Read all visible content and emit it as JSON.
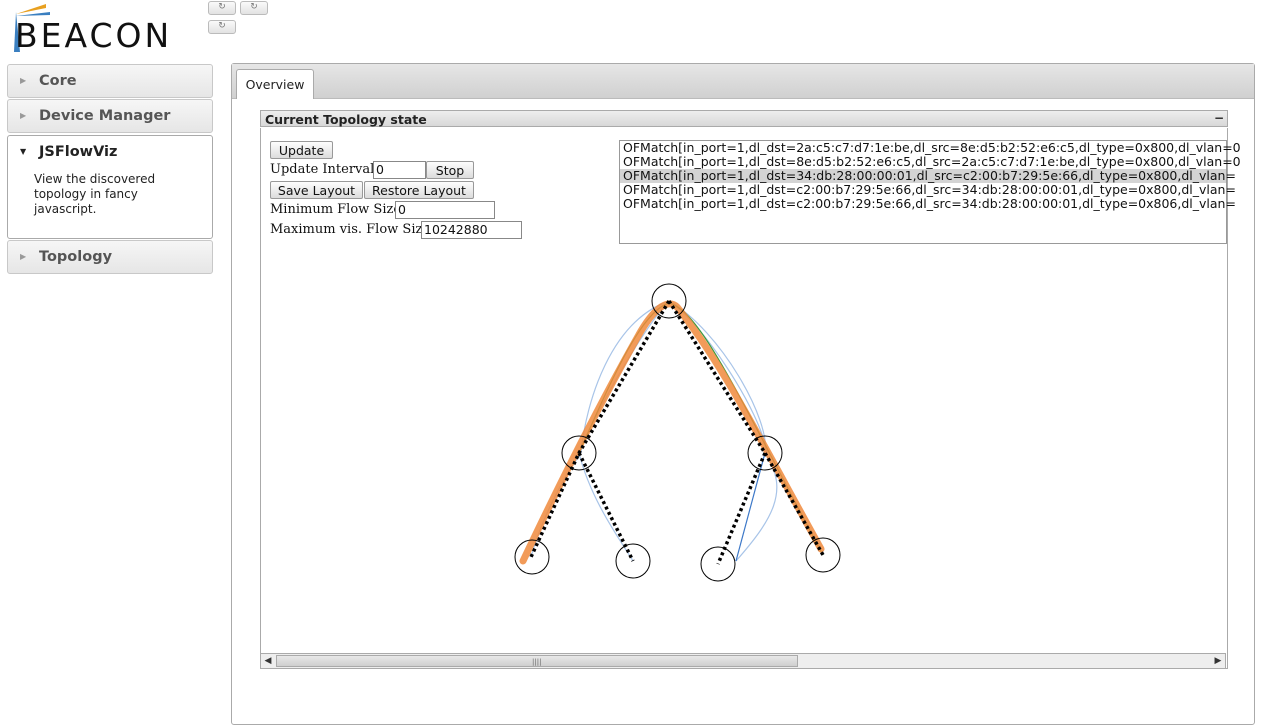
{
  "header": {
    "logo_text": "BEACON",
    "buttons": [
      "↻",
      "↻",
      "↻"
    ]
  },
  "sidebar": {
    "sections": [
      {
        "label": "Core",
        "open": false
      },
      {
        "label": "Device Manager",
        "open": false
      },
      {
        "label": "JSFlowViz",
        "open": true,
        "body": "View the discovered topology in fancy javascript."
      },
      {
        "label": "Topology",
        "open": false
      }
    ]
  },
  "main": {
    "tabs": [
      {
        "label": "Overview"
      }
    ],
    "panel_title": "Current Topology state",
    "collapse_glyph": "−",
    "controls": {
      "update_label": "Update",
      "update_interval_label": "Update Interval:",
      "update_interval_value": "0",
      "stop_label": "Stop",
      "save_layout_label": "Save Layout",
      "restore_layout_label": "Restore Layout",
      "min_flow_label": "Minimum Flow Size:",
      "min_flow_value": "0",
      "max_flow_label": "Maximum vis. Flow Size:",
      "max_flow_value": "10242880"
    },
    "flows": [
      {
        "text": "OFMatch[in_port=1,dl_dst=2a:c5:c7:d7:1e:be,dl_src=8e:d5:b2:52:e6:c5,dl_type=0x800,dl_vlan=0",
        "selected": false
      },
      {
        "text": "OFMatch[in_port=1,dl_dst=8e:d5:b2:52:e6:c5,dl_src=2a:c5:c7:d7:1e:be,dl_type=0x800,dl_vlan=0",
        "selected": false
      },
      {
        "text": "OFMatch[in_port=1,dl_dst=34:db:28:00:00:01,dl_src=c2:00:b7:29:5e:66,dl_type=0x800,dl_vlan=",
        "selected": true
      },
      {
        "text": "OFMatch[in_port=1,dl_dst=c2:00:b7:29:5e:66,dl_src=34:db:28:00:00:01,dl_type=0x800,dl_vlan=",
        "selected": false
      },
      {
        "text": "OFMatch[in_port=1,dl_dst=c2:00:b7:29:5e:66,dl_src=34:db:28:00:00:01,dl_type=0x806,dl_vlan=",
        "selected": false
      }
    ],
    "scrollbar": {
      "left_arrow": "◀",
      "right_arrow": "▶",
      "grip": "||||"
    },
    "colors": {
      "flow_highlight": "#f08a3c",
      "flow_green": "#3a9a3a",
      "flow_blue": "#3c78c8",
      "flow_lightblue": "#a8c4e8",
      "dotted": "#000000"
    }
  }
}
